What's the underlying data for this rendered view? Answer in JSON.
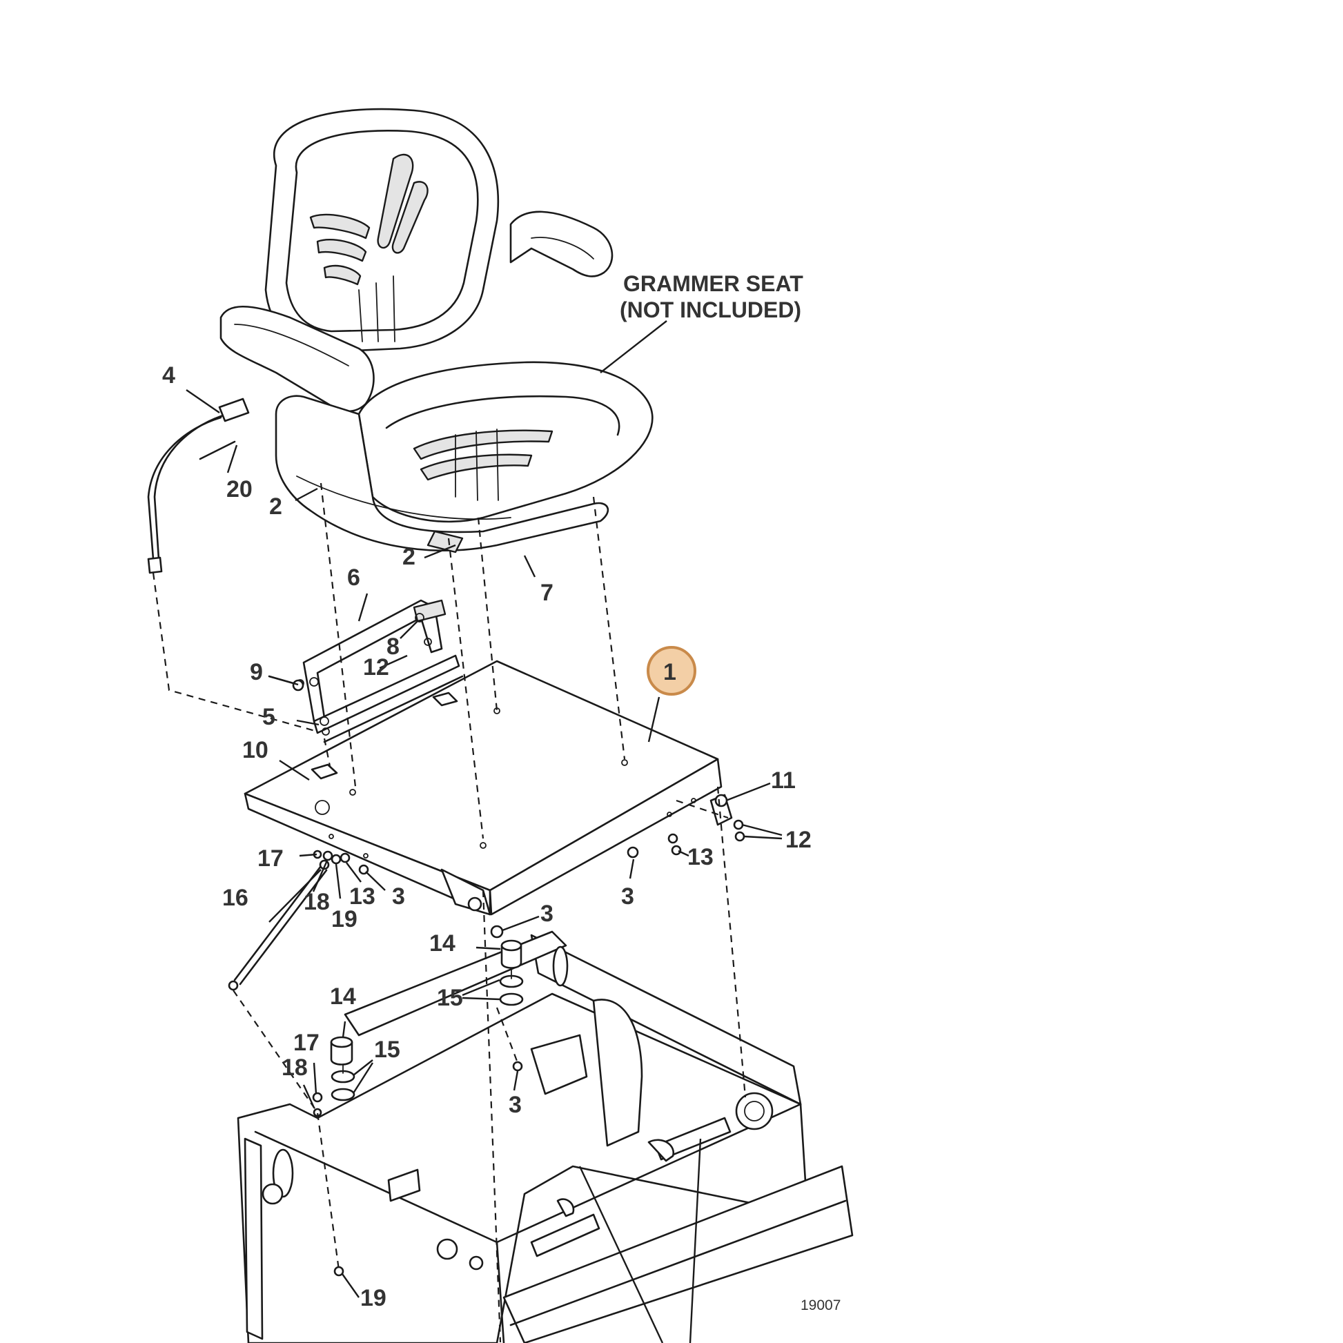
{
  "diagram": {
    "seat_note": {
      "line1": "GRAMMER SEAT",
      "line2": "(NOT INCLUDED)"
    },
    "figure_number": "19007",
    "highlight_color": "#f3cfa6",
    "highlighted_callout": "1",
    "callouts": [
      {
        "id": "c1",
        "label": "1"
      },
      {
        "id": "c2a",
        "label": "2"
      },
      {
        "id": "c2b",
        "label": "2"
      },
      {
        "id": "c3a",
        "label": "3"
      },
      {
        "id": "c3b",
        "label": "3"
      },
      {
        "id": "c3c",
        "label": "3"
      },
      {
        "id": "c3d",
        "label": "3"
      },
      {
        "id": "c4",
        "label": "4"
      },
      {
        "id": "c5",
        "label": "5"
      },
      {
        "id": "c6",
        "label": "6"
      },
      {
        "id": "c7",
        "label": "7"
      },
      {
        "id": "c8",
        "label": "8"
      },
      {
        "id": "c9",
        "label": "9"
      },
      {
        "id": "c10",
        "label": "10"
      },
      {
        "id": "c11",
        "label": "11"
      },
      {
        "id": "c12a",
        "label": "12"
      },
      {
        "id": "c12b",
        "label": "12"
      },
      {
        "id": "c13a",
        "label": "13"
      },
      {
        "id": "c13b",
        "label": "13"
      },
      {
        "id": "c14a",
        "label": "14"
      },
      {
        "id": "c14b",
        "label": "14"
      },
      {
        "id": "c15a",
        "label": "15"
      },
      {
        "id": "c15b",
        "label": "15"
      },
      {
        "id": "c16",
        "label": "16"
      },
      {
        "id": "c17a",
        "label": "17"
      },
      {
        "id": "c17b",
        "label": "17"
      },
      {
        "id": "c18a",
        "label": "18"
      },
      {
        "id": "c18b",
        "label": "18"
      },
      {
        "id": "c19a",
        "label": "19"
      },
      {
        "id": "c19b",
        "label": "19"
      },
      {
        "id": "c20",
        "label": "20"
      }
    ]
  }
}
